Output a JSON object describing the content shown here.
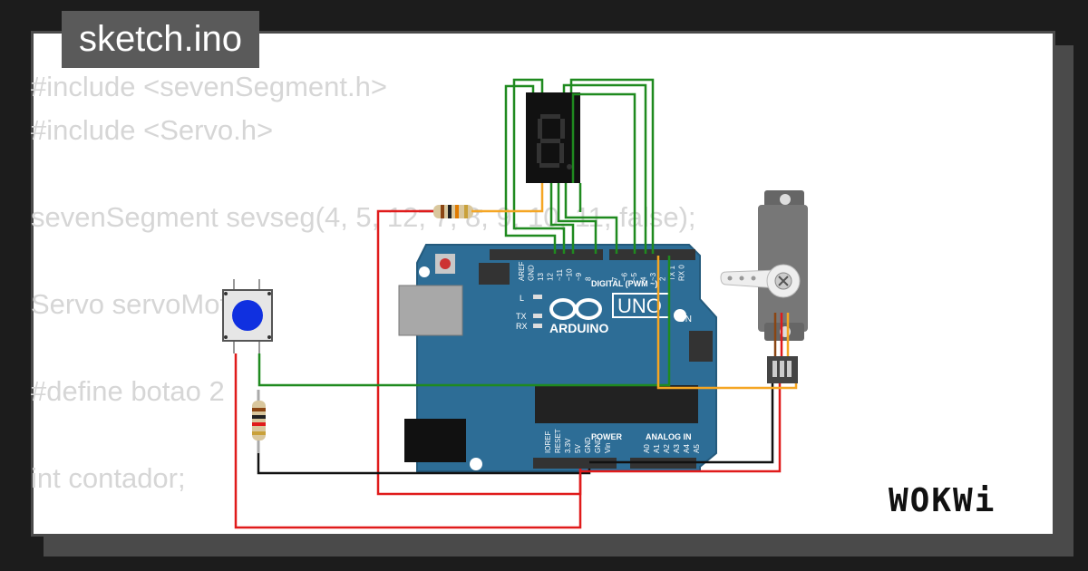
{
  "title": "sketch.ino",
  "code_lines": [
    "#include <sevenSegment.h>",
    "#include <Servo.h>",
    "",
    "sevenSegment sevseg(4, 5, 12, 7, 8, 9, 10, 11, false);",
    "",
    "Servo servoMotor;",
    "",
    "#define botao 2",
    "",
    "int contador;"
  ],
  "logo": {
    "wordmark": "WOKWi"
  },
  "board": {
    "brand": "ARDUINO",
    "model": "UNO",
    "on_label": "ON",
    "led_l": "L",
    "led_tx": "TX",
    "led_rx": "RX",
    "digital_label": "DIGITAL (PWM ~)",
    "power_label": "POWER",
    "analog_label": "ANALOG IN",
    "top_pins": [
      "AREF",
      "GND",
      "13",
      "12",
      "~11",
      "~10",
      "~9",
      "8",
      "7",
      "~6",
      "~5",
      "4",
      "~3",
      "2",
      "TX 1",
      "RX 0"
    ],
    "power_pins": [
      "IOREF",
      "RESET",
      "3.3V",
      "5V",
      "GND",
      "GND",
      "Vin"
    ],
    "analog_pins": [
      "A0",
      "A1",
      "A2",
      "A3",
      "A4",
      "A5"
    ]
  },
  "colors": {
    "background": "#1c1c1c",
    "card": "#ffffff",
    "board_blue": "#2d6d96",
    "wire_green": "#1f8a1f",
    "wire_red": "#e01b1b",
    "wire_orange": "#f5a623",
    "wire_black": "#111111",
    "button_blue": "#1030e0"
  },
  "icons": {
    "button": "pushbutton-icon",
    "display": "seven-segment-icon",
    "servo": "servo-icon"
  }
}
